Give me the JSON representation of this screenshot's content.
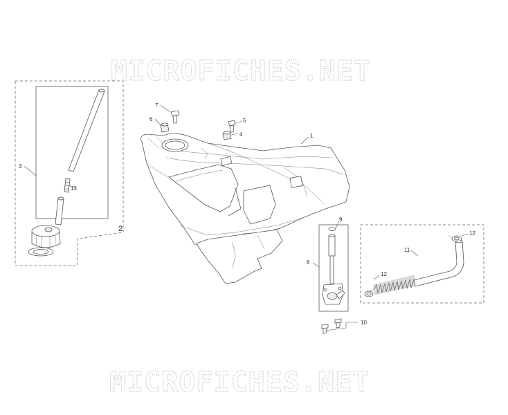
{
  "watermark": {
    "text": "MICROFICHES.NET"
  },
  "callouts": {
    "c1": "1",
    "c2": "2",
    "c3": "3",
    "c4": "4",
    "c5": "5",
    "c6": "6",
    "c7": "7",
    "c8": "8",
    "c9": "9",
    "c10": "10",
    "c11": "11",
    "c12a": "12",
    "c12b": "12",
    "c13": "13"
  }
}
